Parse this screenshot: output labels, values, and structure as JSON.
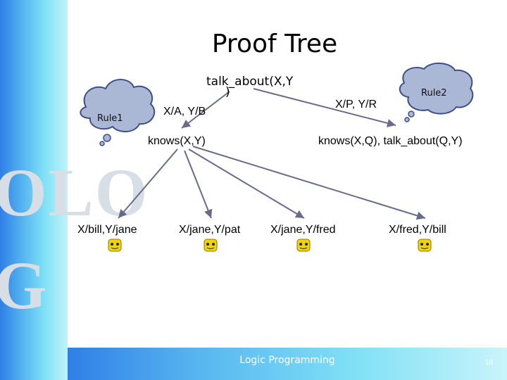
{
  "slide": {
    "title": "Proof Tree",
    "side_letters_1": "OLO",
    "side_letters_2": "G",
    "footer": "Logic Programming",
    "page_number": "18"
  },
  "tree": {
    "root_line1": "talk_about(X,Y",
    "root_line2": ")",
    "left_edge_label": "X/A, Y/B",
    "right_edge_label": "X/P, Y/R",
    "left_child": "knows(X,Y)",
    "right_child": "knows(X,Q), talk_about(Q,Y)",
    "leaves": [
      "X/bill,Y/jane",
      "X/jane,Y/pat",
      "X/jane,Y/fred",
      "X/fred,Y/bill"
    ]
  },
  "clouds": {
    "left": "Rule1",
    "right": "Rule2"
  },
  "colors": {
    "line": "#6a6a8a",
    "cloud_fill": "#aab8d6",
    "cloud_stroke": "#3f4f86",
    "smiley": "#f2d400"
  },
  "icons": [
    "cloud-icon",
    "smiley-icon"
  ]
}
